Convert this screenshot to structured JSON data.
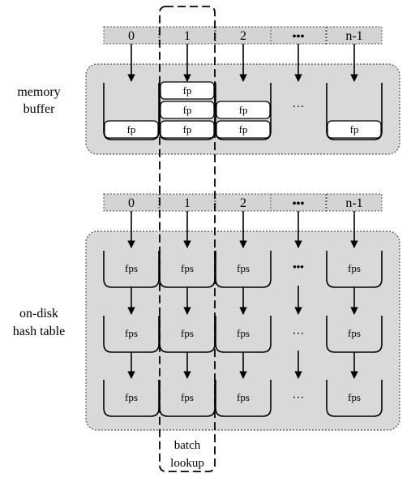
{
  "indices": [
    "0",
    "1",
    "2",
    "•••",
    "n-1"
  ],
  "labels": {
    "memory_buffer": [
      "memory",
      "buffer"
    ],
    "hash_table": [
      "on-disk",
      "hash table"
    ],
    "batch": [
      "batch",
      "lookup"
    ]
  },
  "slot_label": "fp",
  "bucket_label": "fps",
  "ellipsis": "···",
  "dots_bold": "•••",
  "buffer_fill": [
    1,
    3,
    2,
    0,
    1
  ],
  "table_rows": 3,
  "colors": {
    "panel": "#d9d9d9",
    "index_cell": "#d4d4d4",
    "line": "#000000"
  }
}
